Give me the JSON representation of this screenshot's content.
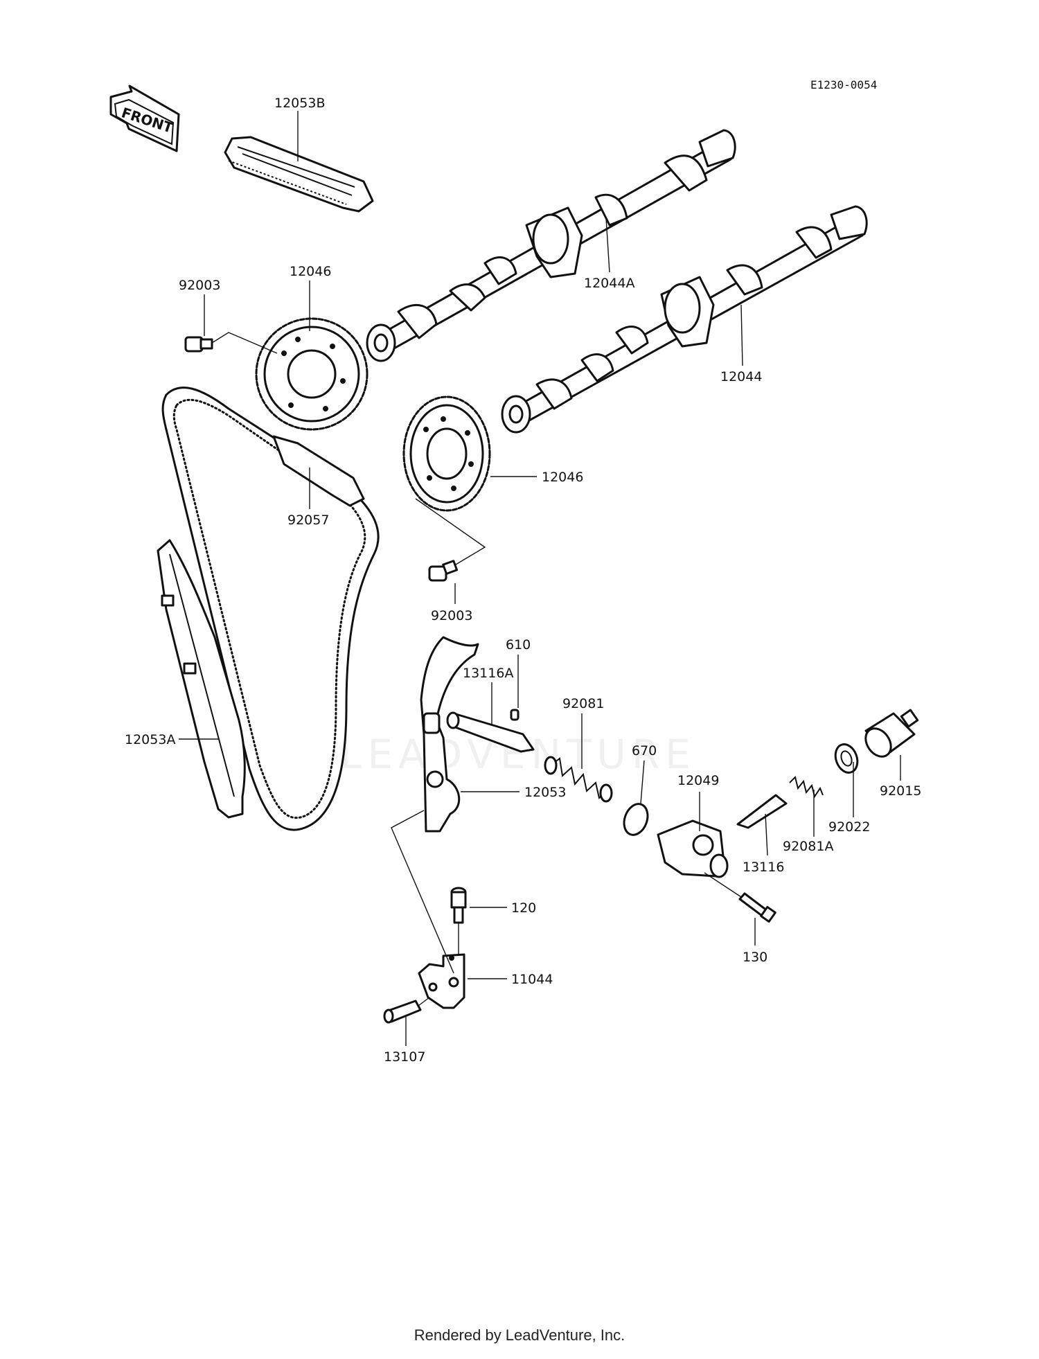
{
  "diagram_code": "E1230-0054",
  "front_label": "FRONT",
  "labels": {
    "p12053B": "12053B",
    "p12046_top": "12046",
    "p92003_top": "92003",
    "p12044A": "12044A",
    "p12044": "12044",
    "p12046_mid": "12046",
    "p92057": "92057",
    "p92003_mid": "92003",
    "p610": "610",
    "p13116A": "13116A",
    "p92081": "92081",
    "p670": "670",
    "p12049": "12049",
    "p92015": "92015",
    "p92022": "92022",
    "p92081A": "92081A",
    "p13116": "13116",
    "p12053": "12053",
    "p12053A": "12053A",
    "p120": "120",
    "p11044": "11044",
    "p130": "130",
    "p13107": "13107"
  },
  "watermark": "LEADVENTURE",
  "footer": "Rendered by LeadVenture, Inc."
}
